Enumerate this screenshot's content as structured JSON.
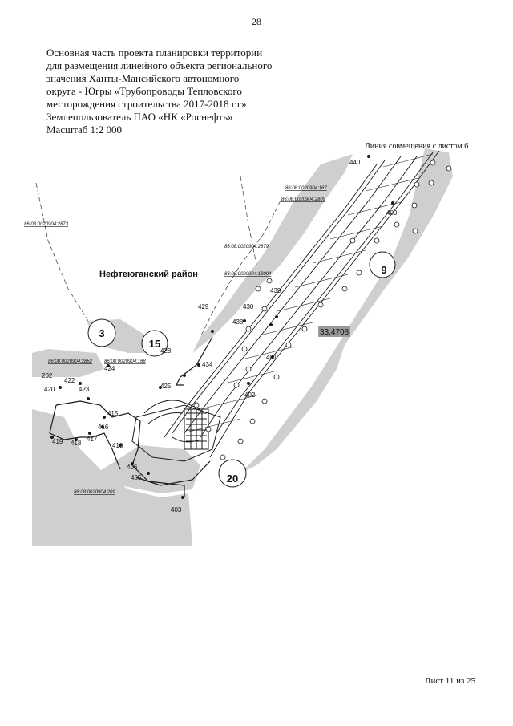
{
  "page_number": "28",
  "header": {
    "lines": [
      "Основная часть проекта планировки территории",
      "для размещения линейного объекта регионального",
      "значения Ханты-Мансийского автономного",
      "округа - Югры «Трубопроводы Тепловского",
      "месторождения строительства 2017-2018 г.г»",
      "Землепользователь ПАО «НК «Роснефть»",
      "Масштаб 1:2 000"
    ]
  },
  "map": {
    "match_line_label": "Линия совмещения с листом 6",
    "district_label": "Нефтеюганский район",
    "area_badge": "33,4708",
    "circle_labels": [
      "3",
      "15",
      "9",
      "20"
    ],
    "cadastral_labels": [
      "86:08:0020904:167",
      "86:08:0020904:2809",
      "86:08:0020904:2873",
      "86:08:0020904:2879",
      "86:08:0020904:13094",
      "86:08:0020904:2852",
      "86:08:0020904:168",
      "86:08:0020904:209"
    ],
    "point_labels": [
      "440",
      "400",
      "439",
      "430",
      "429",
      "438",
      "401",
      "402",
      "428",
      "434",
      "424",
      "422",
      "423",
      "420",
      "425",
      "415",
      "416",
      "417",
      "418",
      "419",
      "410",
      "406",
      "405",
      "403",
      "202"
    ],
    "colors": {
      "shade": "#c9c9c9",
      "line": "#1a1a1a",
      "area_badge_bg": "#9a9a9a"
    }
  },
  "footer": {
    "sheet": "Лист 11 из 25"
  }
}
